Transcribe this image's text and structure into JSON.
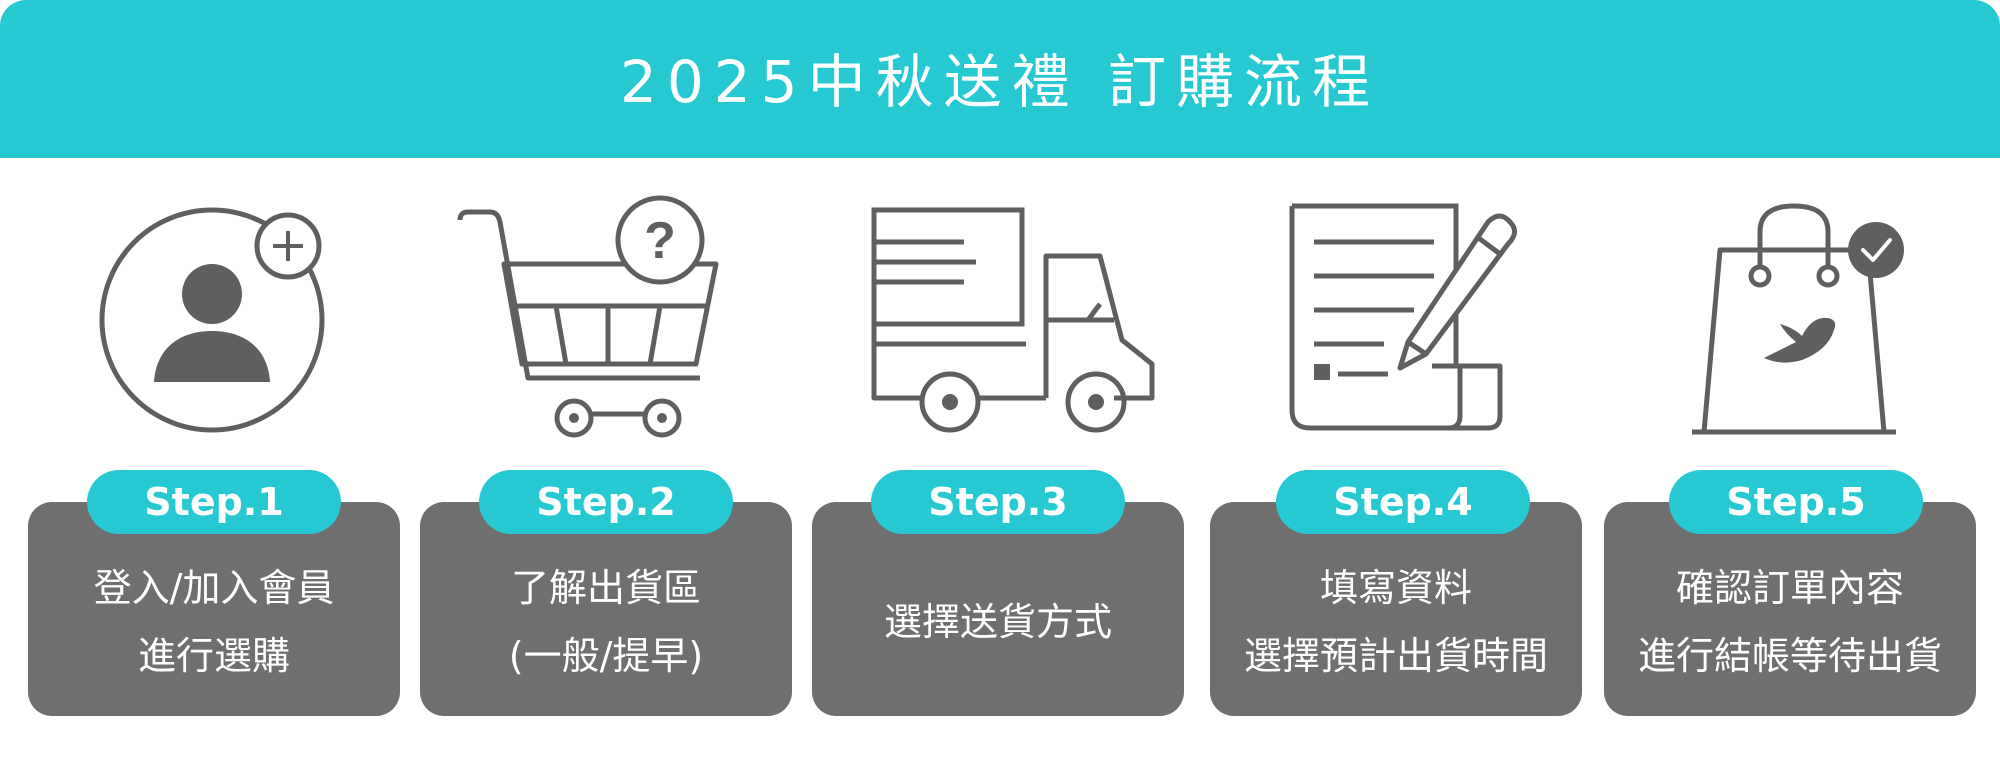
{
  "colors": {
    "accent": "#26c8d2",
    "card": "#6f6f6f",
    "icon": "#5f5f62",
    "white": "#ffffff"
  },
  "header": {
    "title": "2025中秋送禮 訂購流程"
  },
  "steps": [
    {
      "badge": "Step.1",
      "lines": [
        "登入/加入會員",
        "進行選購"
      ],
      "icon": "user-add-icon"
    },
    {
      "badge": "Step.2",
      "lines": [
        "了解出貨區",
        "(一般/提早)"
      ],
      "icon": "cart-question-icon"
    },
    {
      "badge": "Step.3",
      "lines": [
        "選擇送貨方式"
      ],
      "icon": "delivery-truck-icon"
    },
    {
      "badge": "Step.4",
      "lines": [
        "填寫資料",
        "選擇預計出貨時間"
      ],
      "icon": "form-pen-icon"
    },
    {
      "badge": "Step.5",
      "lines": [
        "確認訂單內容",
        "進行結帳等待出貨"
      ],
      "icon": "shopping-bag-check-icon"
    }
  ]
}
